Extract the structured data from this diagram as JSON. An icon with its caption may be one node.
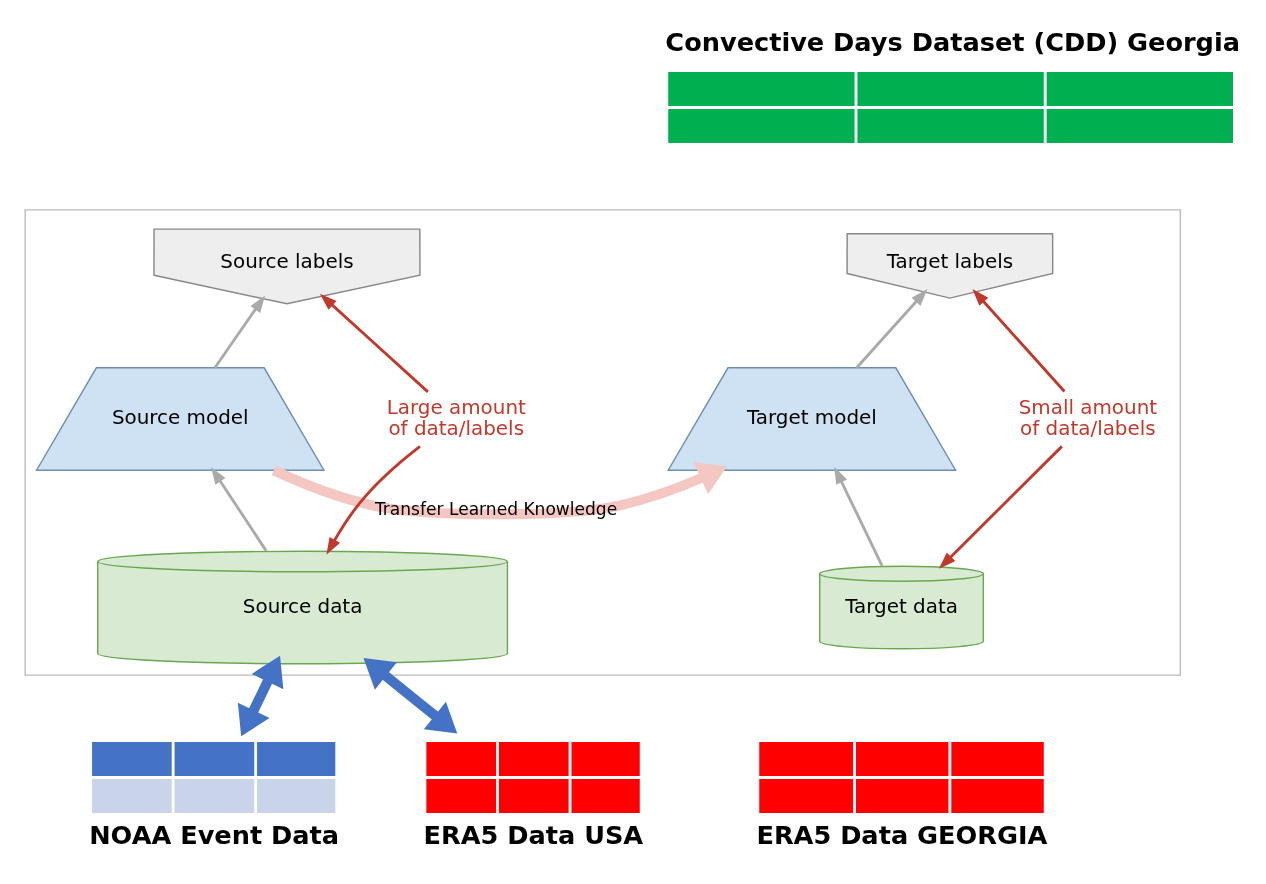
{
  "diagram": {
    "nodes": [
      {
        "text": [],
        "shape": "box"
      },
      {
        "text": [
          "Source labels"
        ],
        "in": 0
      },
      {
        "text": [
          "Source model"
        ],
        "in": 0
      },
      {
        "text": [
          "Source data"
        ],
        "in": 0
      },
      {
        "text": [
          "Large amount of data/labels"
        ],
        "in": 0
      },
      {
        "text": [
          "Target labels"
        ],
        "in": 0
      },
      {
        "text": [
          "Target model"
        ],
        "in": 0
      },
      {
        "text": [
          "Target data"
        ],
        "in": 0
      },
      {
        "text": [
          "Small amount of data/labels"
        ],
        "in": 0
      },
      {
        "text": [
          "Convective Days Dataset (CDD) Georgia"
        ]
      },
      {
        "text": [
          "NOAA Event Data"
        ]
      },
      {
        "text": [
          "ERA5 Data USA"
        ]
      },
      {
        "text": [
          "ERA5 Data GEORGIA"
        ]
      }
    ],
    "edges": [
      {
        "from": 3,
        "to": 2,
        "arrow": "to"
      },
      {
        "from": 2,
        "to": 1,
        "arrow": "to"
      },
      {
        "from": 4,
        "to": 1,
        "arrow": "to",
        "color": "#c0392b"
      },
      {
        "from": 4,
        "to": 3,
        "arrow": "to",
        "color": "#c0392b"
      },
      {
        "from": 2,
        "to": 6,
        "arrow": "to",
        "label": "Transfer Learned Knowledge",
        "style": "thick",
        "color": "#f4c7c3"
      },
      {
        "from": 7,
        "to": 6,
        "arrow": "to"
      },
      {
        "from": 6,
        "to": 5,
        "arrow": "to"
      },
      {
        "from": 8,
        "to": 5,
        "arrow": "to",
        "color": "#c0392b"
      },
      {
        "from": 8,
        "to": 7,
        "arrow": "to",
        "color": "#c0392b"
      },
      {
        "from": 10,
        "to": 3,
        "arrow": "both",
        "style": "thick",
        "color": "#4472c4"
      },
      {
        "from": 11,
        "to": 3,
        "arrow": "both",
        "style": "thick",
        "color": "#4472c4"
      }
    ]
  }
}
